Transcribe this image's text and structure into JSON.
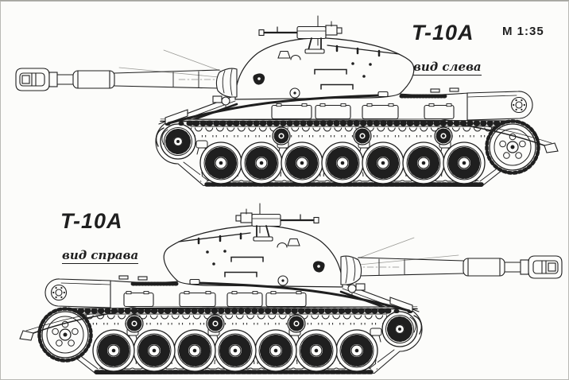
{
  "page": {
    "background": "#fcfcfa",
    "ink": "#1f1f1f",
    "faint": "#9a9a96",
    "border": "#b9b9b4"
  },
  "header": {
    "scale_note": "M 1:35"
  },
  "views": [
    {
      "id": "side-left",
      "title": "T-10A",
      "subtitle": "вид слева"
    },
    {
      "id": "side-right",
      "title": "T-10A",
      "subtitle": "вид справа"
    }
  ],
  "vehicle": {
    "designation": "T-10A",
    "road_wheels_per_side": 7,
    "return_rollers_per_side": 3
  }
}
